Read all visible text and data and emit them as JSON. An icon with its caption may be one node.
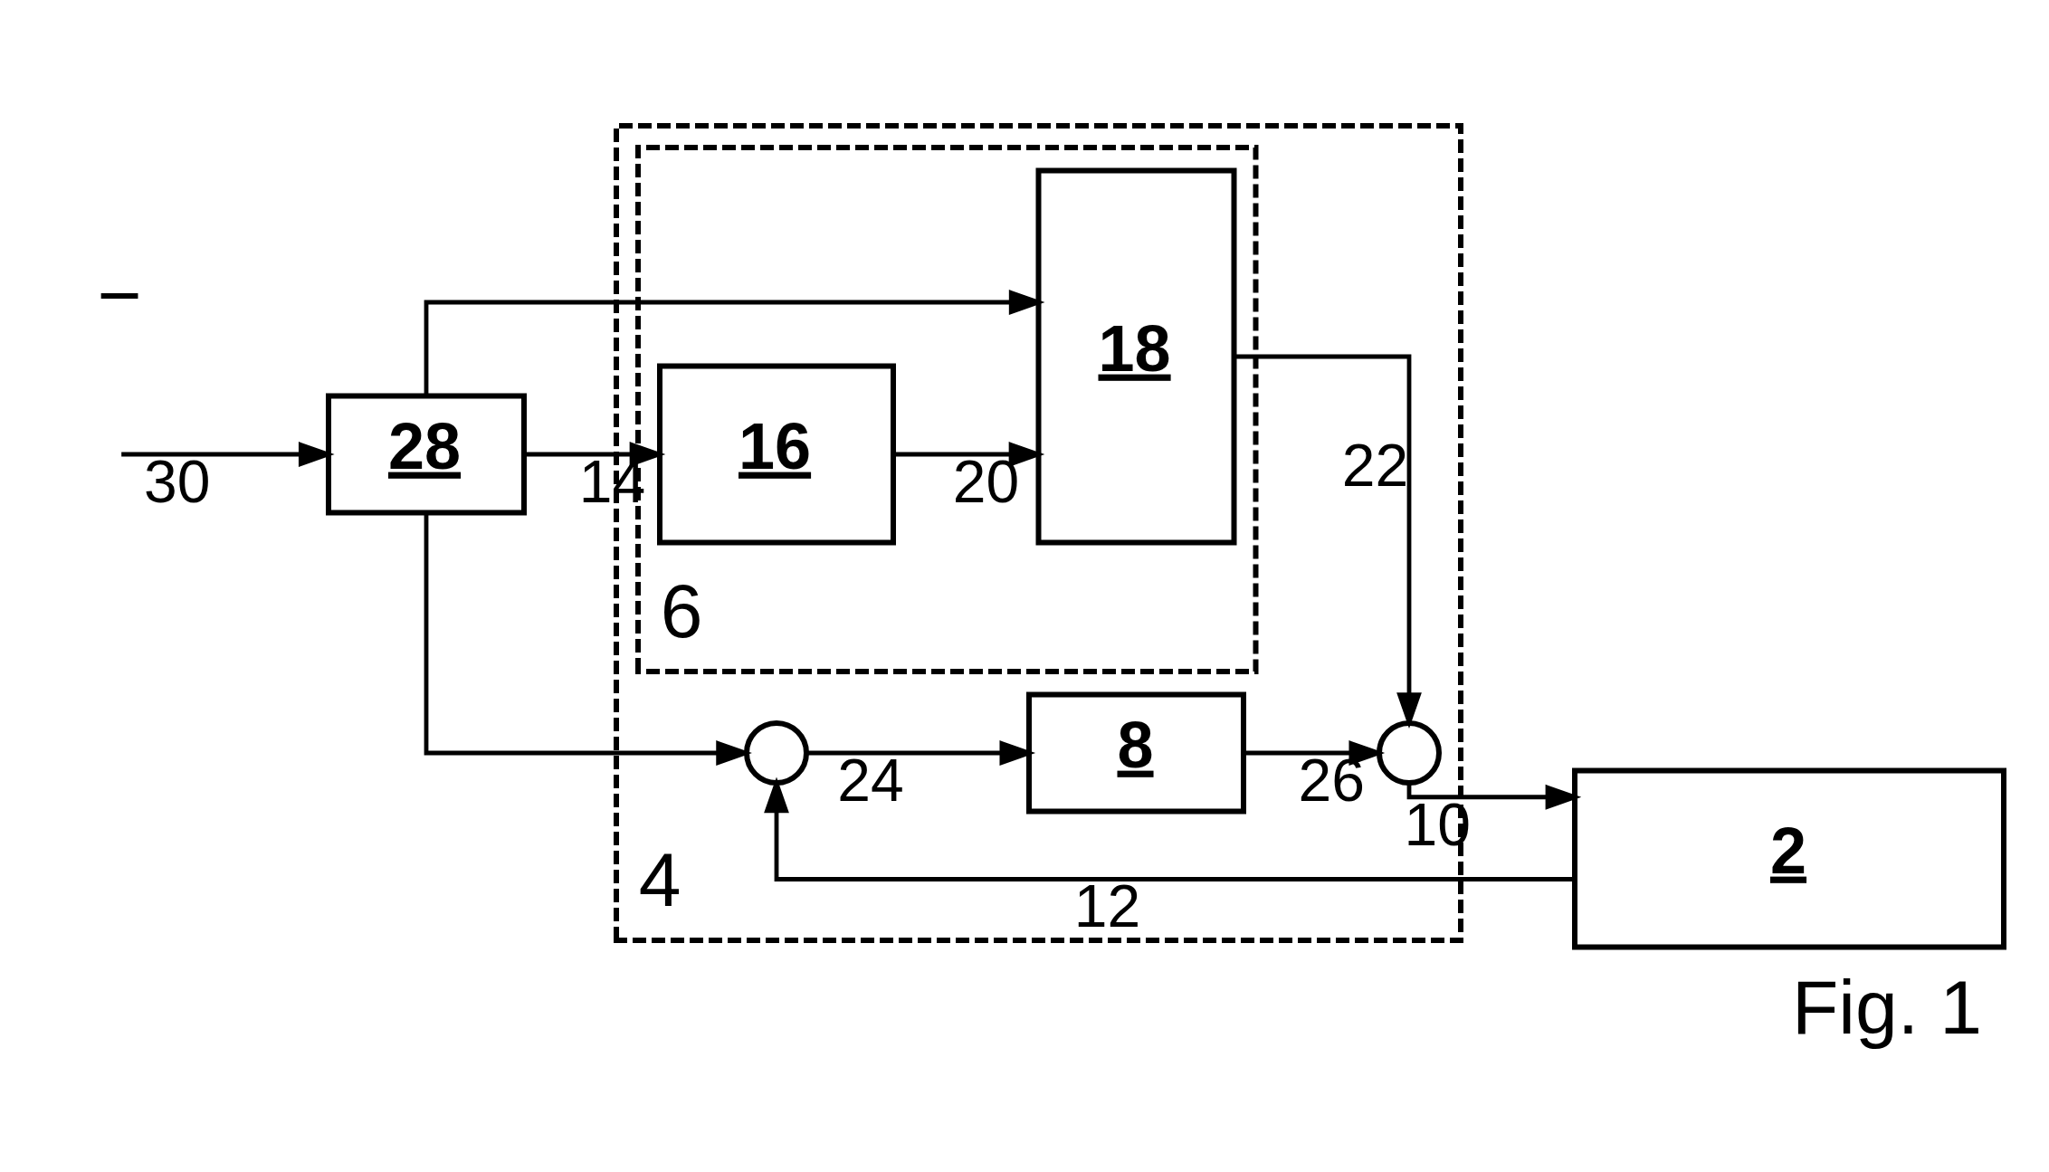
{
  "diagram": {
    "caption": "Fig. 1",
    "nodes": [
      {
        "text": [
          "4"
        ]
      },
      {
        "text": [
          "6"
        ],
        "in": 0
      },
      {
        "text": [
          "28"
        ]
      },
      {
        "text": [
          "16"
        ],
        "in": 1
      },
      {
        "text": [
          "18"
        ],
        "in": 1
      },
      {
        "text": [],
        "shape": "circle",
        "in": 0
      },
      {
        "text": [
          "2"
        ]
      },
      {
        "text": [],
        "shape": "circle",
        "in": 0
      },
      {
        "text": [
          "8"
        ],
        "in": 0
      }
    ],
    "edges": [
      {
        "from": null,
        "to": 2,
        "arrow": "to",
        "label": "30"
      },
      {
        "from": 2,
        "to": 3,
        "arrow": "to",
        "label": "14"
      },
      {
        "from": 2,
        "to": 4,
        "arrow": "to"
      },
      {
        "from": 2,
        "to": 5,
        "arrow": "to"
      },
      {
        "from": 3,
        "to": 4,
        "arrow": "to",
        "label": "20"
      },
      {
        "from": 4,
        "to": 7,
        "arrow": "to",
        "label": "22"
      },
      {
        "from": 7,
        "to": 6,
        "arrow": "to",
        "label": "10"
      },
      {
        "from": 6,
        "to": 5,
        "arrow": "to",
        "label": "12"
      },
      {
        "from": 5,
        "to": 8,
        "arrow": "to",
        "label": "24"
      },
      {
        "from": 8,
        "to": 7,
        "arrow": "to",
        "label": "26"
      }
    ],
    "labels": [
      "−"
    ]
  }
}
